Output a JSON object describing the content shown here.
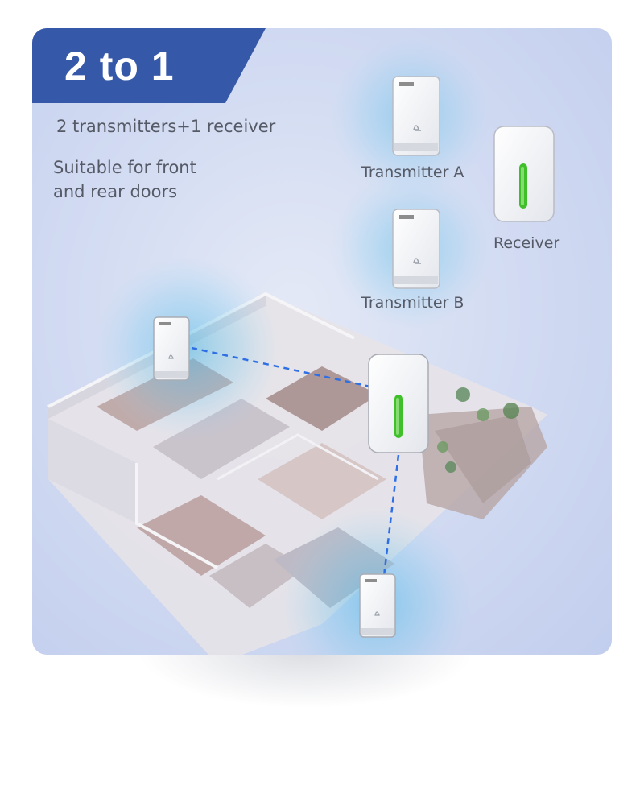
{
  "banner": {
    "title": "2 to 1"
  },
  "subtitle": "2 transmitters+1 receiver",
  "description": {
    "line1": "Suitable for front",
    "line2": "and rear doors"
  },
  "devices": {
    "transmitter_a_label": "Transmitter A",
    "transmitter_b_label": "Transmitter B",
    "receiver_label": "Receiver"
  },
  "colors": {
    "banner": "#3558a8",
    "indicator": "#3fbf2a",
    "link": "#2f6fe6",
    "signal": "#47b6e6"
  },
  "icons": [
    "bell-icon",
    "signal-wave-icon",
    "indicator-light-icon"
  ]
}
